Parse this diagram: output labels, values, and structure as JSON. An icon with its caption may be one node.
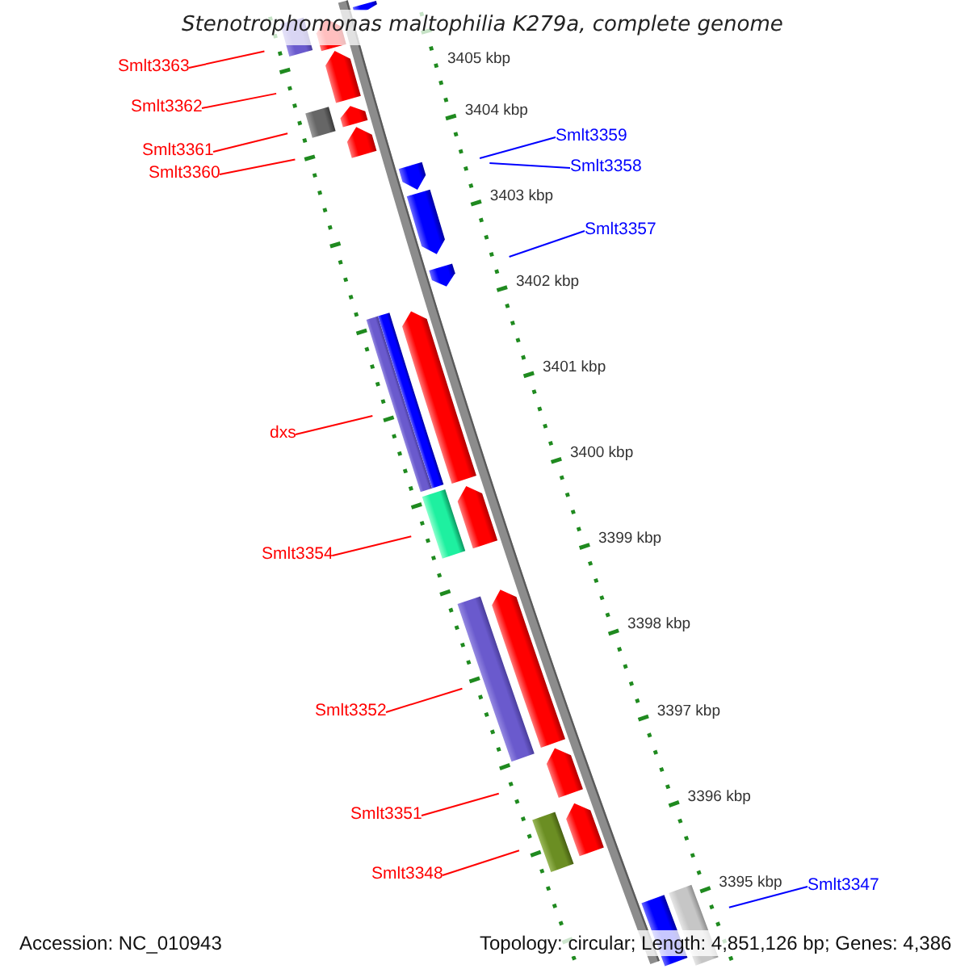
{
  "diagram": {
    "title": "Stenotrophomonas maltophilia K279a, complete genome",
    "nodes": [
      {
        "text": [
          "Smlt3363"
        ]
      },
      {
        "text": [
          "Smlt3362"
        ]
      },
      {
        "text": [
          "Smlt3359"
        ]
      },
      {
        "text": [
          "Smlt3361"
        ]
      },
      {
        "text": [
          "Smlt3360"
        ]
      },
      {
        "text": [
          "Smlt3358"
        ]
      },
      {
        "text": [
          "Smlt3357"
        ]
      },
      {
        "text": [
          "dxs"
        ]
      },
      {
        "text": [
          "Smlt3354"
        ]
      },
      {
        "text": [
          "Smlt3352"
        ]
      },
      {
        "text": [
          "Smlt3351"
        ]
      },
      {
        "text": [
          "Smlt3348"
        ]
      },
      {
        "text": [
          "Smlt3347"
        ]
      },
      {
        "text": [],
        "shape": "arrow"
      },
      {
        "text": [],
        "shape": "bar"
      },
      {
        "text": [],
        "shape": "arrow"
      },
      {
        "text": [],
        "shape": "arrow"
      },
      {
        "text": [],
        "shape": "bar"
      },
      {
        "text": [],
        "shape": "arrow"
      },
      {
        "text": [],
        "shape": "arrow"
      },
      {
        "text": [],
        "shape": "arrow"
      },
      {
        "text": [],
        "shape": "arrow"
      },
      {
        "text": [],
        "shape": "arrow"
      },
      {
        "text": [],
        "shape": "bar"
      },
      {
        "text": [],
        "shape": "bar"
      },
      {
        "text": [],
        "shape": "arrow"
      },
      {
        "text": [],
        "shape": "bar"
      },
      {
        "text": [],
        "shape": "arrow"
      },
      {
        "text": [],
        "shape": "bar"
      },
      {
        "text": [],
        "shape": "arrow"
      },
      {
        "text": [],
        "shape": "arrow"
      },
      {
        "text": [],
        "shape": "bar"
      },
      {
        "text": [],
        "shape": "arrow"
      },
      {
        "text": [],
        "shape": "bar"
      },
      {
        "text": [],
        "shape": "bar"
      }
    ],
    "edges": [
      {
        "from": 0,
        "to": null,
        "arrow": "none"
      },
      {
        "from": 1,
        "to": null,
        "arrow": "none"
      },
      {
        "from": 2,
        "to": null,
        "arrow": "none",
        "color": "#0000ff"
      },
      {
        "from": 3,
        "to": null,
        "arrow": "none"
      },
      {
        "from": 4,
        "to": null,
        "arrow": "none"
      },
      {
        "from": 5,
        "to": null,
        "arrow": "none",
        "color": "#0000ff"
      },
      {
        "from": 6,
        "to": null,
        "arrow": "none",
        "color": "#0000ff"
      },
      {
        "from": 7,
        "to": null,
        "arrow": "none"
      },
      {
        "from": 8,
        "to": null,
        "arrow": "none"
      },
      {
        "from": 9,
        "to": null,
        "arrow": "none"
      },
      {
        "from": 10,
        "to": null,
        "arrow": "none"
      },
      {
        "from": 11,
        "to": null,
        "arrow": "none"
      },
      {
        "from": 12,
        "to": null,
        "arrow": "none",
        "color": "#0000ff"
      }
    ],
    "labels": [
      "3405 kbp",
      "3404 kbp",
      "3403 kbp",
      "3402 kbp",
      "3401 kbp",
      "3400 kbp",
      "3399 kbp",
      "3398 kbp",
      "3397 kbp",
      "3396 kbp",
      "3395 kbp",
      "Accession: NC_010943",
      "Topology: circular; Length: 4,851,126 bp; Genes: 4,386"
    ]
  }
}
